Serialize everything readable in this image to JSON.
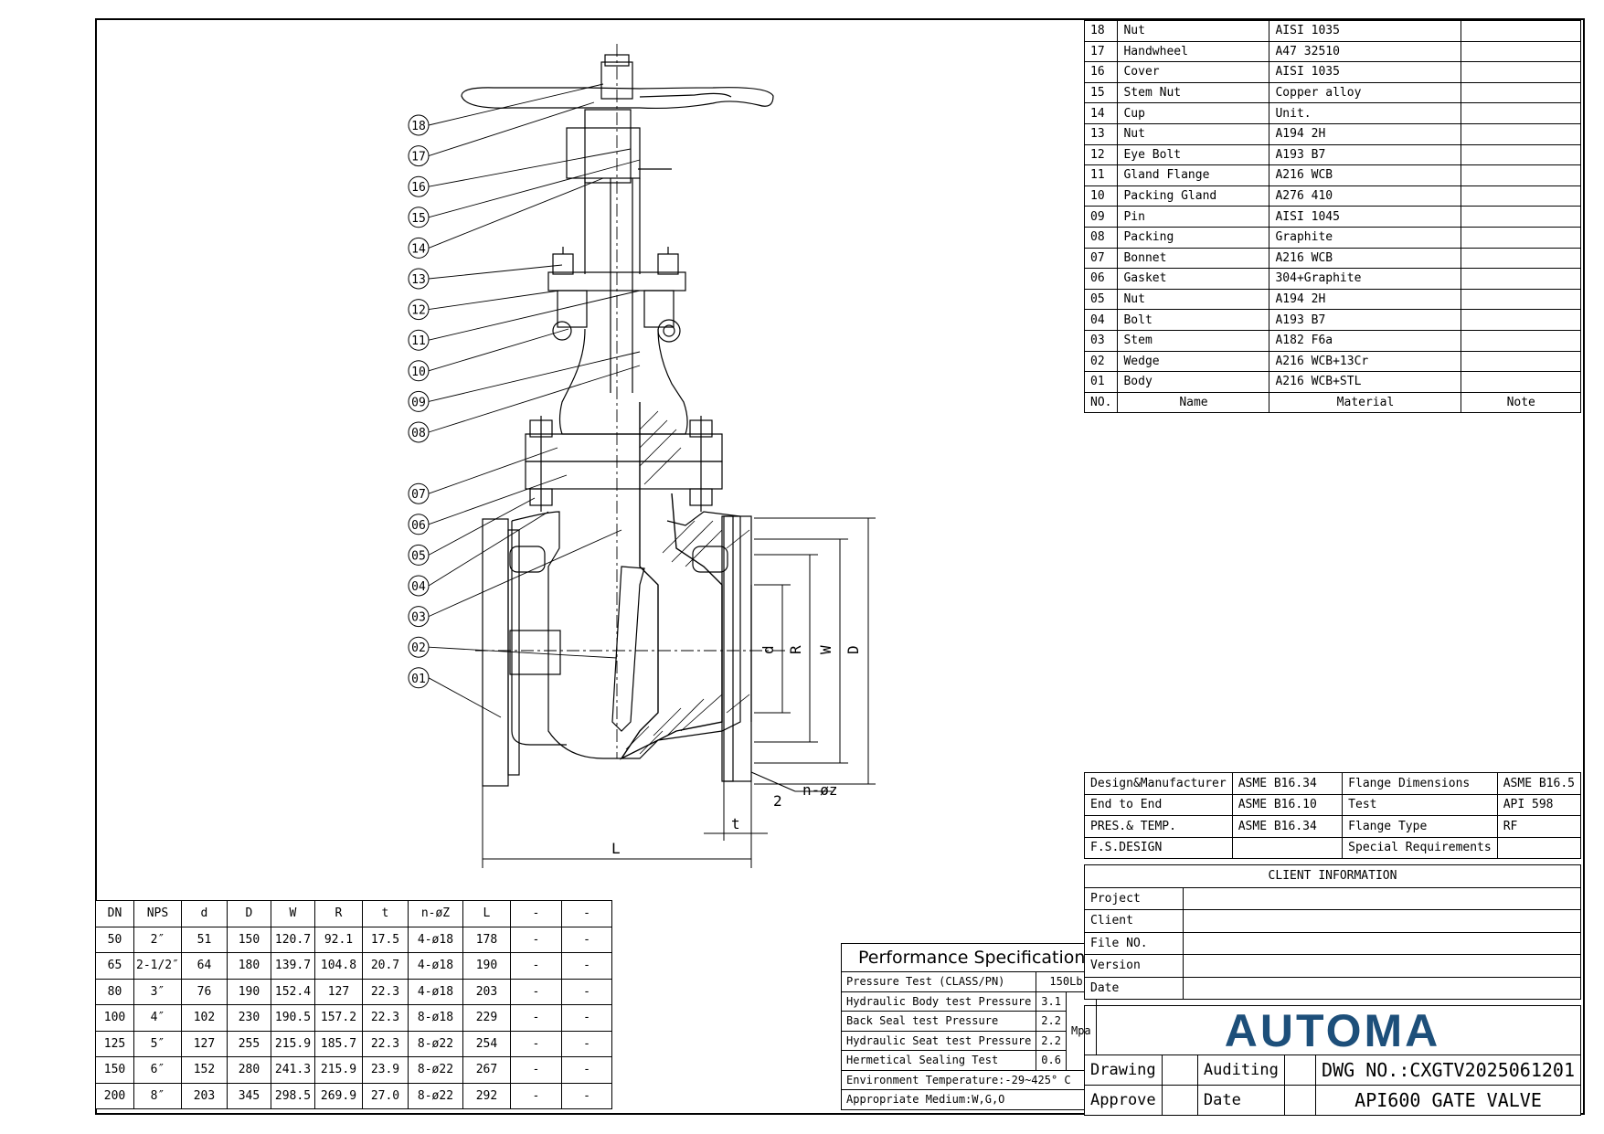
{
  "parts_list": {
    "rows": [
      {
        "no": "18",
        "name": "Nut",
        "material": "AISI 1035",
        "note": ""
      },
      {
        "no": "17",
        "name": "Handwheel",
        "material": "A47 32510",
        "note": ""
      },
      {
        "no": "16",
        "name": "Cover",
        "material": "AISI 1035",
        "note": ""
      },
      {
        "no": "15",
        "name": "Stem Nut",
        "material": "Copper alloy",
        "note": ""
      },
      {
        "no": "14",
        "name": "Cup",
        "material": "Unit.",
        "note": ""
      },
      {
        "no": "13",
        "name": "Nut",
        "material": "A194 2H",
        "note": ""
      },
      {
        "no": "12",
        "name": "Eye Bolt",
        "material": "A193 B7",
        "note": ""
      },
      {
        "no": "11",
        "name": "Gland Flange",
        "material": "A216 WCB",
        "note": ""
      },
      {
        "no": "10",
        "name": "Packing Gland",
        "material": "A276 410",
        "note": ""
      },
      {
        "no": "09",
        "name": "Pin",
        "material": "AISI 1045",
        "note": ""
      },
      {
        "no": "08",
        "name": "Packing",
        "material": "Graphite",
        "note": ""
      },
      {
        "no": "07",
        "name": "Bonnet",
        "material": "A216 WCB",
        "note": ""
      },
      {
        "no": "06",
        "name": "Gasket",
        "material": "304+Graphite",
        "note": ""
      },
      {
        "no": "05",
        "name": "Nut",
        "material": "A194 2H",
        "note": ""
      },
      {
        "no": "04",
        "name": "Bolt",
        "material": "A193 B7",
        "note": ""
      },
      {
        "no": "03",
        "name": "Stem",
        "material": "A182 F6a",
        "note": ""
      },
      {
        "no": "02",
        "name": "Wedge",
        "material": "A216 WCB+13Cr",
        "note": ""
      },
      {
        "no": "01",
        "name": "Body",
        "material": "A216 WCB+STL",
        "note": ""
      }
    ],
    "header": {
      "no": "NO.",
      "name": "Name",
      "material": "Material",
      "note": "Note"
    }
  },
  "dimension_table": {
    "headers": [
      "DN",
      "NPS",
      "d",
      "D",
      "W",
      "R",
      "t",
      "n-øZ",
      "L",
      "-",
      "-"
    ],
    "rows": [
      [
        "50",
        "2″",
        "51",
        "150",
        "120.7",
        "92.1",
        "17.5",
        "4-ø18",
        "178",
        "-",
        "-"
      ],
      [
        "65",
        "2-1/2″",
        "64",
        "180",
        "139.7",
        "104.8",
        "20.7",
        "4-ø18",
        "190",
        "-",
        "-"
      ],
      [
        "80",
        "3″",
        "76",
        "190",
        "152.4",
        "127",
        "22.3",
        "4-ø18",
        "203",
        "-",
        "-"
      ],
      [
        "100",
        "4″",
        "102",
        "230",
        "190.5",
        "157.2",
        "22.3",
        "8-ø18",
        "229",
        "-",
        "-"
      ],
      [
        "125",
        "5″",
        "127",
        "255",
        "215.9",
        "185.7",
        "22.3",
        "8-ø22",
        "254",
        "-",
        "-"
      ],
      [
        "150",
        "6″",
        "152",
        "280",
        "241.3",
        "215.9",
        "23.9",
        "8-ø22",
        "267",
        "-",
        "-"
      ],
      [
        "200",
        "8″",
        "203",
        "345",
        "298.5",
        "269.9",
        "27.0",
        "8-ø22",
        "292",
        "-",
        "-"
      ]
    ]
  },
  "performance": {
    "title": "Performance Specification",
    "pressure_test_label": "Pressure Test (CLASS/PN)",
    "pressure_test_value": "150Lb",
    "rows": [
      {
        "label": "Hydraulic Body test Pressure",
        "value": "3.1"
      },
      {
        "label": "Back Seal test Pressure",
        "value": "2.2"
      },
      {
        "label": "Hydraulic Seat test Pressure",
        "value": "2.2"
      },
      {
        "label": "Hermetical  Sealing Test",
        "value": "0.6"
      }
    ],
    "unit": "Mpa",
    "environment": "Environment Temperature:-29~425° C",
    "medium": "Appropriate Medium:W,G,O"
  },
  "design_info": {
    "design_label": "Design&Manufacturer",
    "design_value": "ASME B16.34",
    "flange_dim_label": "Flange  Dimensions",
    "flange_dim_value": "ASME B16.5",
    "end_label": "End to End",
    "end_value": "ASME B16.10",
    "test_label": "Test",
    "test_value": "API 598",
    "pt_label": "PRES.& TEMP.",
    "pt_value": "ASME B16.34",
    "flange_type_label": "Flange Type",
    "flange_type_value": "RF",
    "fs_label": "F.S.DESIGN",
    "fs_value": "",
    "special_label": "Special Requirements",
    "special_value": ""
  },
  "client_info": {
    "title": "CLIENT INFORMATION",
    "fields": [
      {
        "label": "Project",
        "value": ""
      },
      {
        "label": "Client",
        "value": ""
      },
      {
        "label": "File NO.",
        "value": ""
      },
      {
        "label": "Version",
        "value": ""
      },
      {
        "label": "Date",
        "value": ""
      }
    ]
  },
  "title_block": {
    "brand": "AUTOMA",
    "drawing_label": "Drawing",
    "auditing_label": "Auditing",
    "approve_label": "Approve",
    "date_label": "Date",
    "dwg_no": "DWG NO.:CXGTV2025061201",
    "product": "API600 GATE VALVE",
    "brand_color": "#1d4f7a"
  },
  "drawing": {
    "callouts": [
      "18",
      "17",
      "16",
      "15",
      "14",
      "13",
      "12",
      "11",
      "10",
      "09",
      "08",
      "07",
      "06",
      "05",
      "04",
      "03",
      "02",
      "01"
    ],
    "dim_labels": {
      "d": "d",
      "R": "R",
      "W": "W",
      "D": "D",
      "L": "L",
      "t": "t",
      "two": "2",
      "nz": "n-øz"
    }
  }
}
